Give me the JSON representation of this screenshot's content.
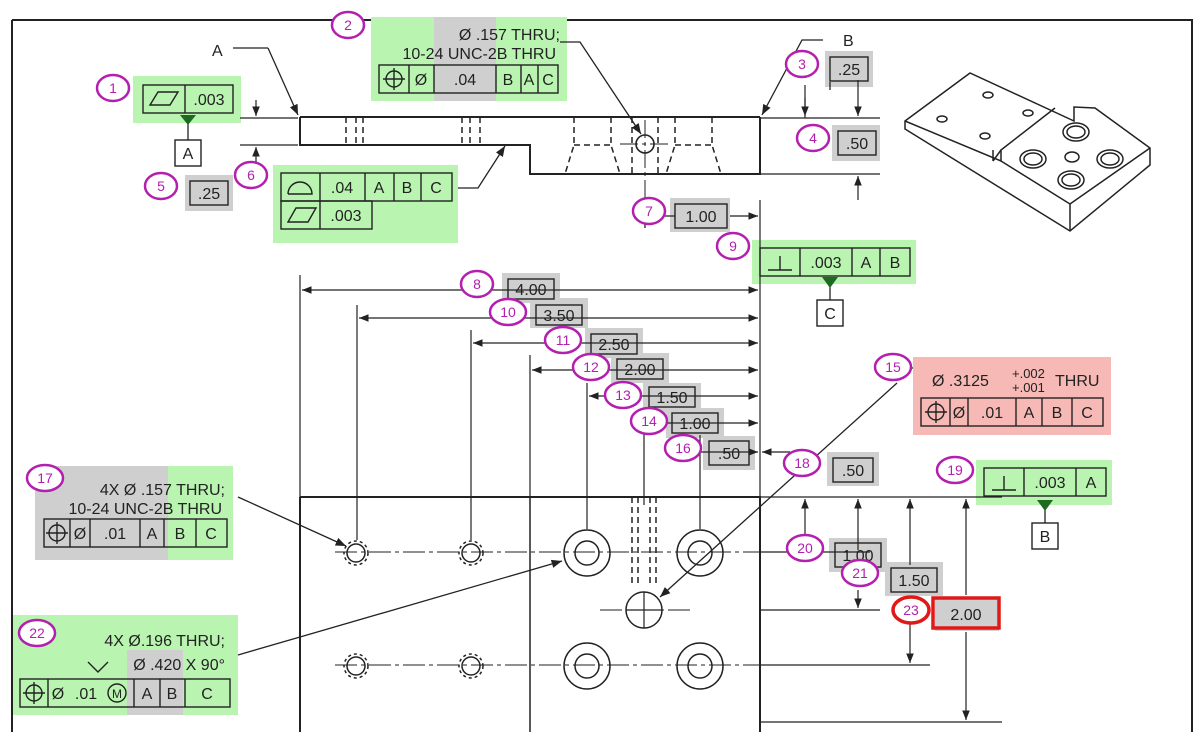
{
  "colors": {
    "balloon": "#b31fae",
    "green_highlight": "#b9f5b0",
    "red_highlight": "#f7b9b5",
    "gray_highlight": "#cfcfcf",
    "selected": "#e01818",
    "line": "#222222",
    "leader_arrow": "#222222",
    "datum_triangle": "#1d6b22"
  },
  "balloons": [
    "1",
    "2",
    "3",
    "4",
    "5",
    "6",
    "7",
    "8",
    "9",
    "10",
    "11",
    "12",
    "13",
    "14",
    "15",
    "16",
    "17",
    "18",
    "19",
    "20",
    "21",
    "22",
    "23"
  ],
  "datum_labels": {
    "a_pointer": "A",
    "b_pointer": "B",
    "a_box": "A",
    "b_box": "B",
    "c_box": "C"
  },
  "dimensions": {
    "d3": ".25",
    "d4": ".50",
    "d5": ".25",
    "d7": "1.00",
    "d8": "4.00",
    "d10": "3.50",
    "d11": "2.50",
    "d12": "2.00",
    "d13": "1.50",
    "d14": "1.00",
    "d16": ".50",
    "d18": ".50",
    "d20": "1.00",
    "d21": "1.50",
    "d23": "2.00"
  },
  "notes": {
    "n2_line1": "Ø .157 THRU;",
    "n2_line2": "10-24 UNC-2B THRU",
    "n15_main": "Ø .3125",
    "n15_upper": "+.002",
    "n15_lower": "+.001",
    "n15_thru": "THRU",
    "n17_line1": "4X Ø .157 THRU;",
    "n17_line2": "10-24 UNC-2B THRU",
    "n22_line1": "4X Ø.196 THRU;",
    "n22_line2": "Ø .420 X 90°"
  },
  "fcf": {
    "f1_tol": ".003",
    "f2_dia": "Ø",
    "f2_tol": ".04",
    "f2_d1": "B",
    "f2_d2": "A",
    "f2_d3": "C",
    "f6a_tol": ".04",
    "f6a_d1": "A",
    "f6a_d2": "B",
    "f6a_d3": "C",
    "f6b_tol": ".003",
    "f9_tol": ".003",
    "f9_d1": "A",
    "f9_d2": "B",
    "f15_dia": "Ø",
    "f15_tol": ".01",
    "f15_d1": "A",
    "f15_d2": "B",
    "f15_d3": "C",
    "f17_dia": "Ø",
    "f17_tol": ".01",
    "f17_d1": "A",
    "f17_d2": "B",
    "f17_d3": "C",
    "f19_tol": ".003",
    "f19_d1": "A",
    "f22_dia": "Ø",
    "f22_tol": ".01",
    "f22_mod": "M",
    "f22_d1": "A",
    "f22_d2": "B",
    "f22_d3": "C"
  }
}
